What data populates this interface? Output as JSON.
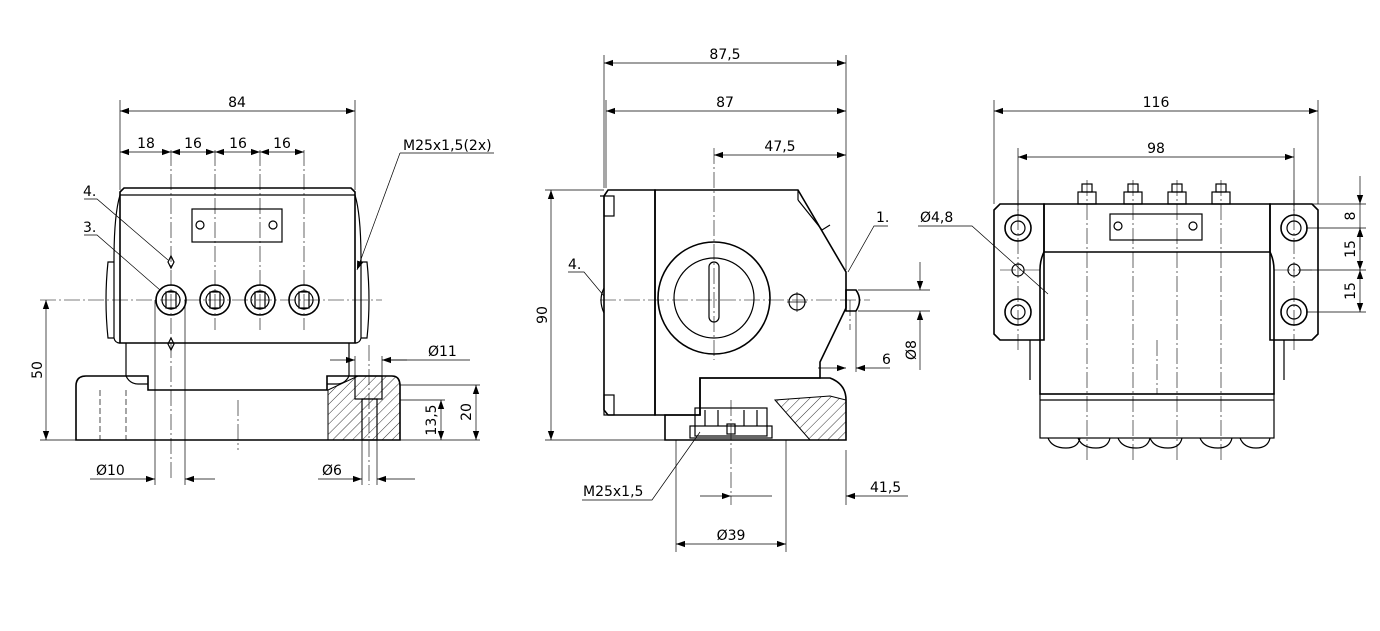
{
  "views": {
    "front": {
      "dim_width_total": "84",
      "dim_pitch_1": "18",
      "dim_pitch_2": "16",
      "dim_pitch_3": "16",
      "dim_pitch_4": "16",
      "thread_label": "M25x1,5(2x)",
      "item_4": "4.",
      "item_3": "3.",
      "dim_height_axis": "50",
      "dim_hole_11": "Ø11",
      "dim_base_20": "20",
      "dim_base_13_5": "13,5",
      "dim_hole_10": "Ø10",
      "dim_hole_6": "Ø6"
    },
    "side": {
      "dim_87_5": "87,5",
      "dim_87": "87",
      "dim_47_5": "47,5",
      "dim_height_90": "90",
      "item_4": "4.",
      "item_1": "1.",
      "dim_6": "6",
      "dim_dia_8": "Ø8",
      "thread_label": "M25x1,5",
      "dim_41_5": "41,5",
      "dim_dia_39": "Ø39"
    },
    "top": {
      "dim_116": "116",
      "dim_98": "98",
      "dim_hole_4_8": "Ø4,8",
      "dim_8": "8",
      "dim_15_a": "15",
      "dim_15_b": "15"
    }
  }
}
